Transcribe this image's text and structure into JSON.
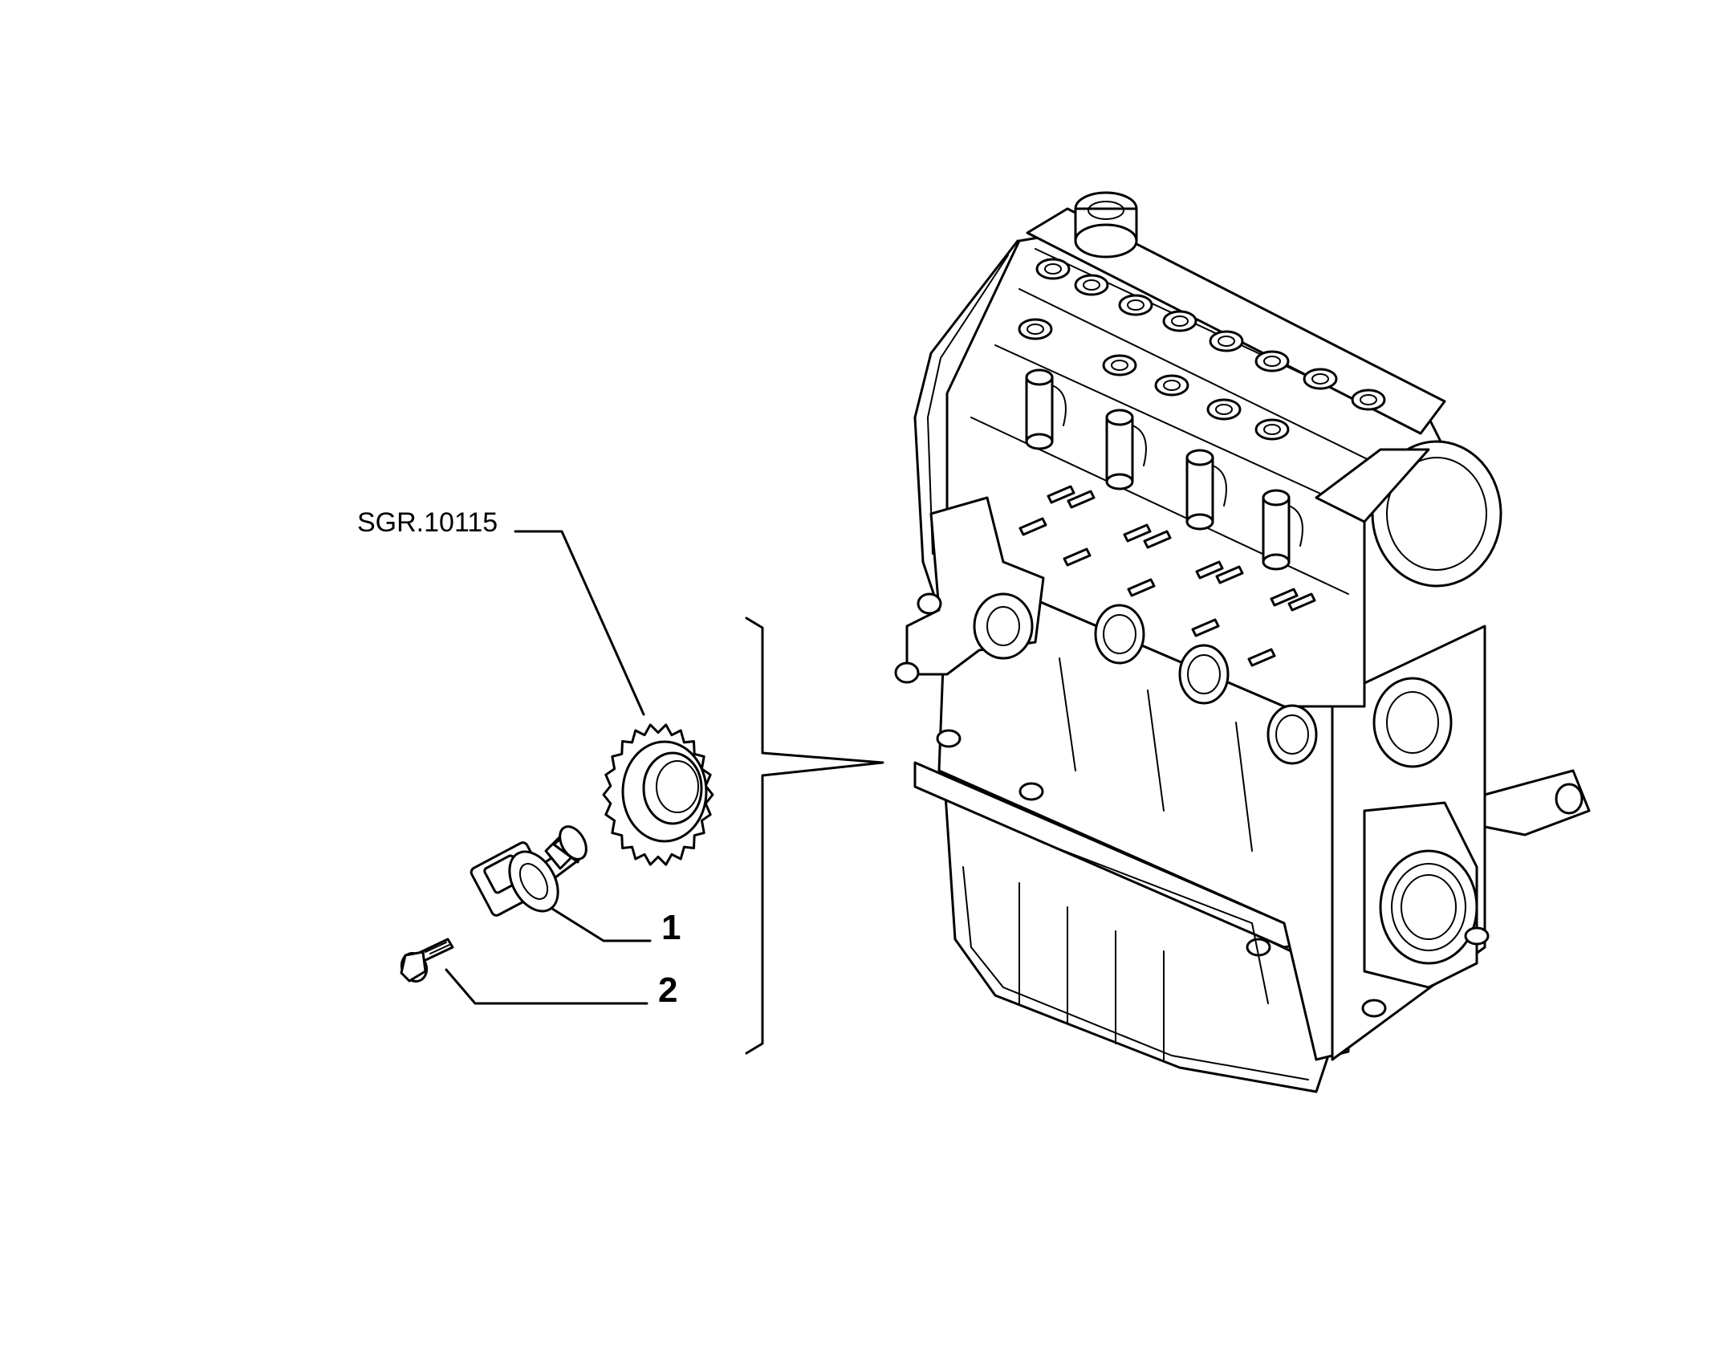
{
  "labels": {
    "reference": "SGR.10115",
    "part_1": "1",
    "part_2": "2"
  },
  "colors": {
    "line": "#000000",
    "background": "#ffffff"
  }
}
